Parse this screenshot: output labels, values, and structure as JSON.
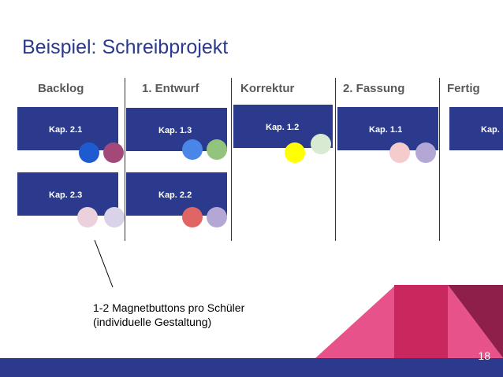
{
  "title": "Beispiel: Schreibprojekt",
  "columns": [
    "Backlog",
    "1. Entwurf",
    "Korrektur",
    "2. Fassung",
    "Fertig"
  ],
  "cards": {
    "backlog_1": "Kap. 2.1",
    "backlog_2": "Kap. 2.3",
    "entwurf_1": "Kap. 1.3",
    "entwurf_2": "Kap. 2.2",
    "korrektur_1": "Kap. 1.2",
    "fassung_1": "Kap. 1.1",
    "fertig_1": "Kap."
  },
  "magnet_colors": {
    "blue_dark": "#1f5bd0",
    "purple_dark": "#a3497a",
    "blue_light": "#4a86e8",
    "green_light": "#93c47d",
    "yellow": "#ffff00",
    "green_pale": "#d9ead3",
    "pink_pale": "#f4cccc",
    "lavender": "#b4a7d6",
    "pink_very_pale": "#ead1dc",
    "lavender_pale": "#d9d2e9",
    "salmon": "#e06666"
  },
  "annotation": {
    "line1": "1-2 Magnetbuttons pro Schüler",
    "line2": "(individuelle Gestaltung)"
  },
  "page_number": "18",
  "colors": {
    "primary": "#2b3a8c",
    "deco_pink": "#e8528a",
    "deco_magenta": "#c9285f",
    "deco_maroon": "#8e1f4a"
  }
}
